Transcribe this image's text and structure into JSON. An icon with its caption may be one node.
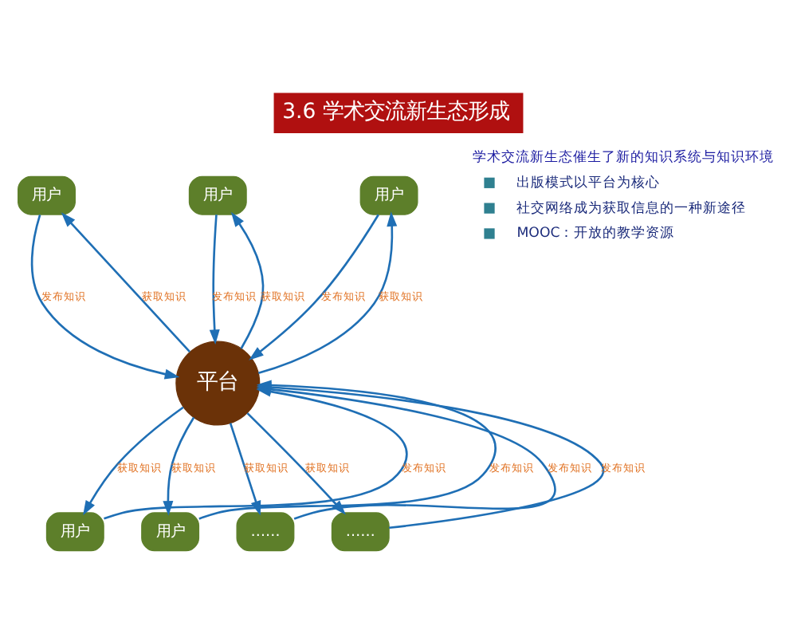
{
  "diagram": {
    "title": "3.6 学术交流新生态形成",
    "nodes": [
      {
        "text": [
          "平台"
        ]
      },
      {
        "text": [
          "用户"
        ]
      },
      {
        "text": [
          "用户"
        ]
      },
      {
        "text": [
          "用户"
        ]
      },
      {
        "text": [
          "用户"
        ]
      },
      {
        "text": [
          "用户"
        ]
      },
      {
        "text": [
          "……"
        ]
      },
      {
        "text": [
          "……"
        ]
      }
    ],
    "edges": [
      {
        "from": 1,
        "to": 0,
        "arrow": "to",
        "label": "发布知识"
      },
      {
        "from": 0,
        "to": 1,
        "arrow": "to",
        "label": "获取知识"
      },
      {
        "from": 2,
        "to": 0,
        "arrow": "to",
        "label": "发布知识"
      },
      {
        "from": 0,
        "to": 2,
        "arrow": "to",
        "label": "获取知识"
      },
      {
        "from": 3,
        "to": 0,
        "arrow": "to",
        "label": "发布知识"
      },
      {
        "from": 0,
        "to": 3,
        "arrow": "to",
        "label": "获取知识"
      },
      {
        "from": 4,
        "to": 0,
        "arrow": "to",
        "label": "发布知识"
      },
      {
        "from": 0,
        "to": 4,
        "arrow": "to",
        "label": "获取知识"
      },
      {
        "from": 5,
        "to": 0,
        "arrow": "to",
        "label": "发布知识"
      },
      {
        "from": 0,
        "to": 5,
        "arrow": "to",
        "label": "获取知识"
      },
      {
        "from": 6,
        "to": 0,
        "arrow": "to",
        "label": "发布知识"
      },
      {
        "from": 0,
        "to": 6,
        "arrow": "to",
        "label": "获取知识"
      },
      {
        "from": 7,
        "to": 0,
        "arrow": "to",
        "label": "发布知识"
      },
      {
        "from": 0,
        "to": 7,
        "arrow": "to",
        "label": "获取知识"
      }
    ],
    "labels": [
      "学术交流新生态催生了新的知识系统与知识环境",
      "出版模式以平台为核心",
      "社交网络成为获取信息的一种新途径",
      "MOOC：开放的教学资源"
    ]
  }
}
